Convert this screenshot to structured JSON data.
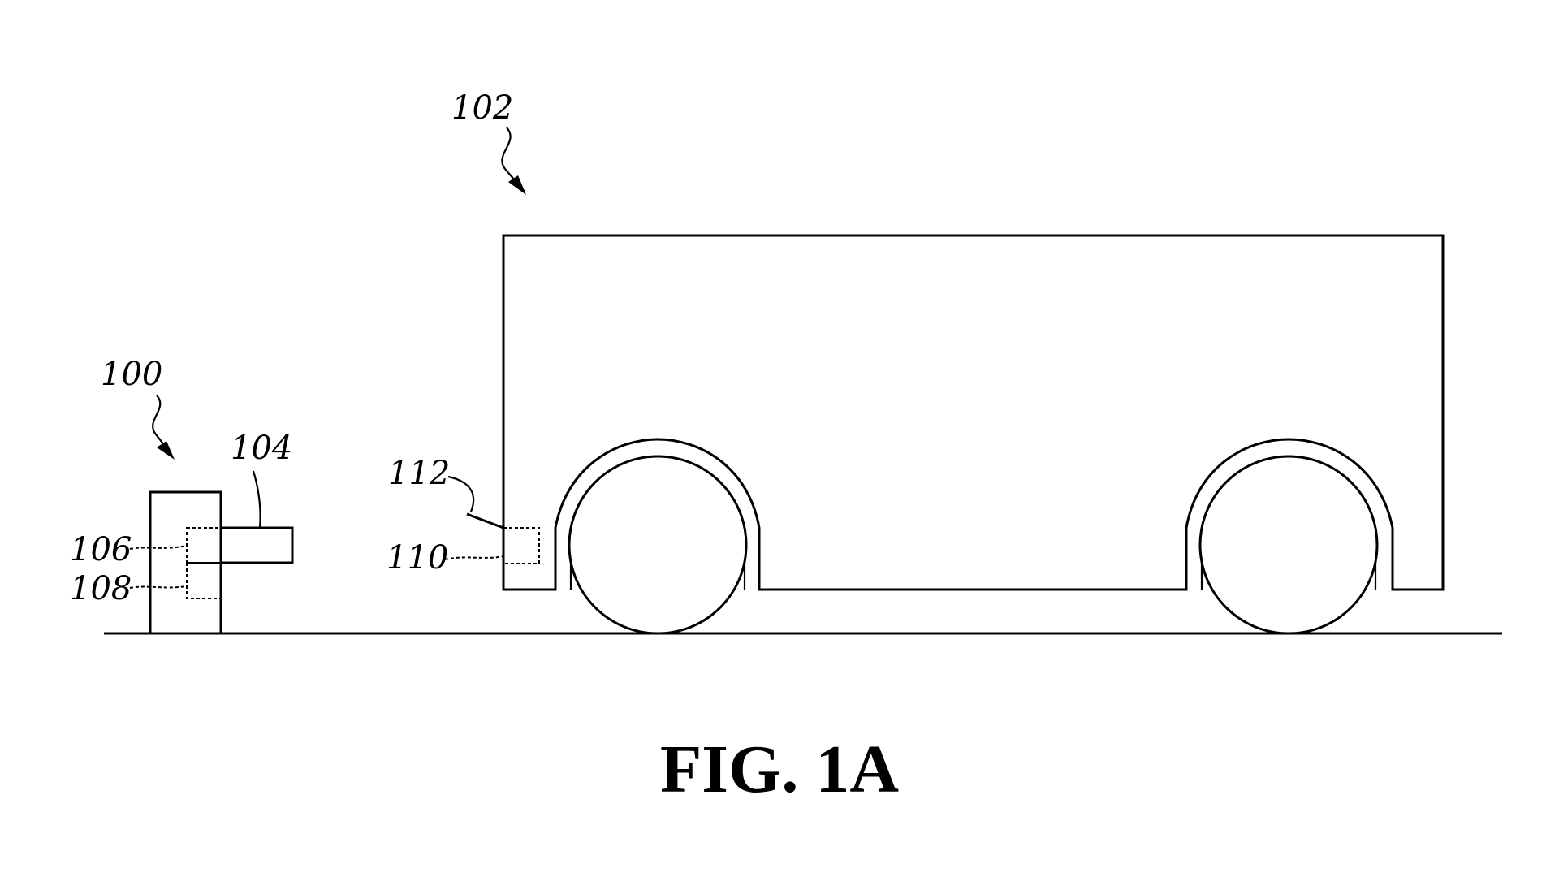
{
  "figure": {
    "caption": "FIG. 1A",
    "labels": {
      "ref_100": "100",
      "ref_102": "102",
      "ref_104": "104",
      "ref_106": "106",
      "ref_108": "108",
      "ref_110": "110",
      "ref_112": "112"
    }
  }
}
